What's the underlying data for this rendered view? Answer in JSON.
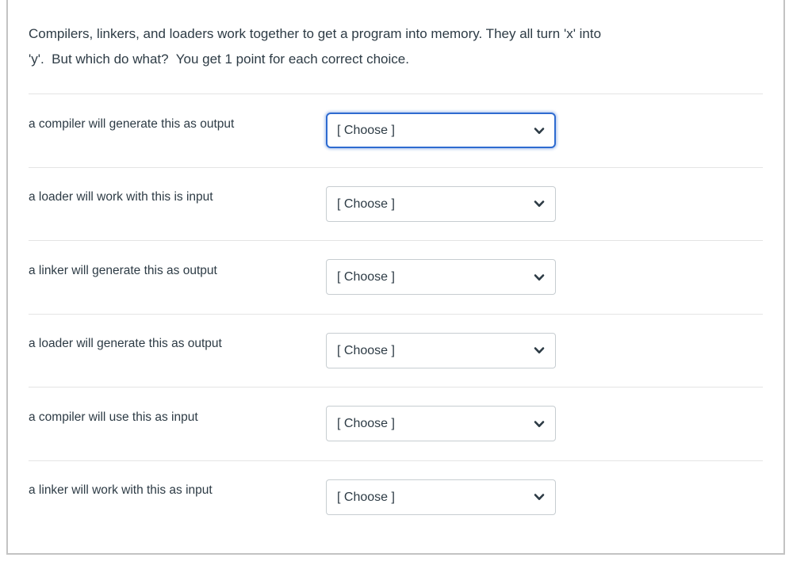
{
  "question": {
    "text_lines": [
      "Compilers, linkers, and loaders work together to get a program into memory. They all turn 'x' into",
      "'y'.  But which do what?  You get 1 point for each correct choice."
    ]
  },
  "colors": {
    "text": "#2d3b45",
    "card_border": "#c3c3c3",
    "row_divider": "#e4e4e4",
    "select_border": "#c7cdd1",
    "focus_ring_blue": "#2e6bd0"
  },
  "rows": [
    {
      "label": "a compiler will generate this as output",
      "select_value": "[ Choose ]",
      "focused": true
    },
    {
      "label": "a loader will work with this is input",
      "select_value": "[ Choose ]",
      "focused": false
    },
    {
      "label": "a linker will generate this as output",
      "select_value": "[ Choose ]",
      "focused": false
    },
    {
      "label": "a loader will generate this as output",
      "select_value": "[ Choose ]",
      "focused": false
    },
    {
      "label": "a compiler will use this as input",
      "select_value": "[ Choose ]",
      "focused": false
    },
    {
      "label": "a linker will work with this as input",
      "select_value": "[ Choose ]",
      "focused": false
    }
  ]
}
